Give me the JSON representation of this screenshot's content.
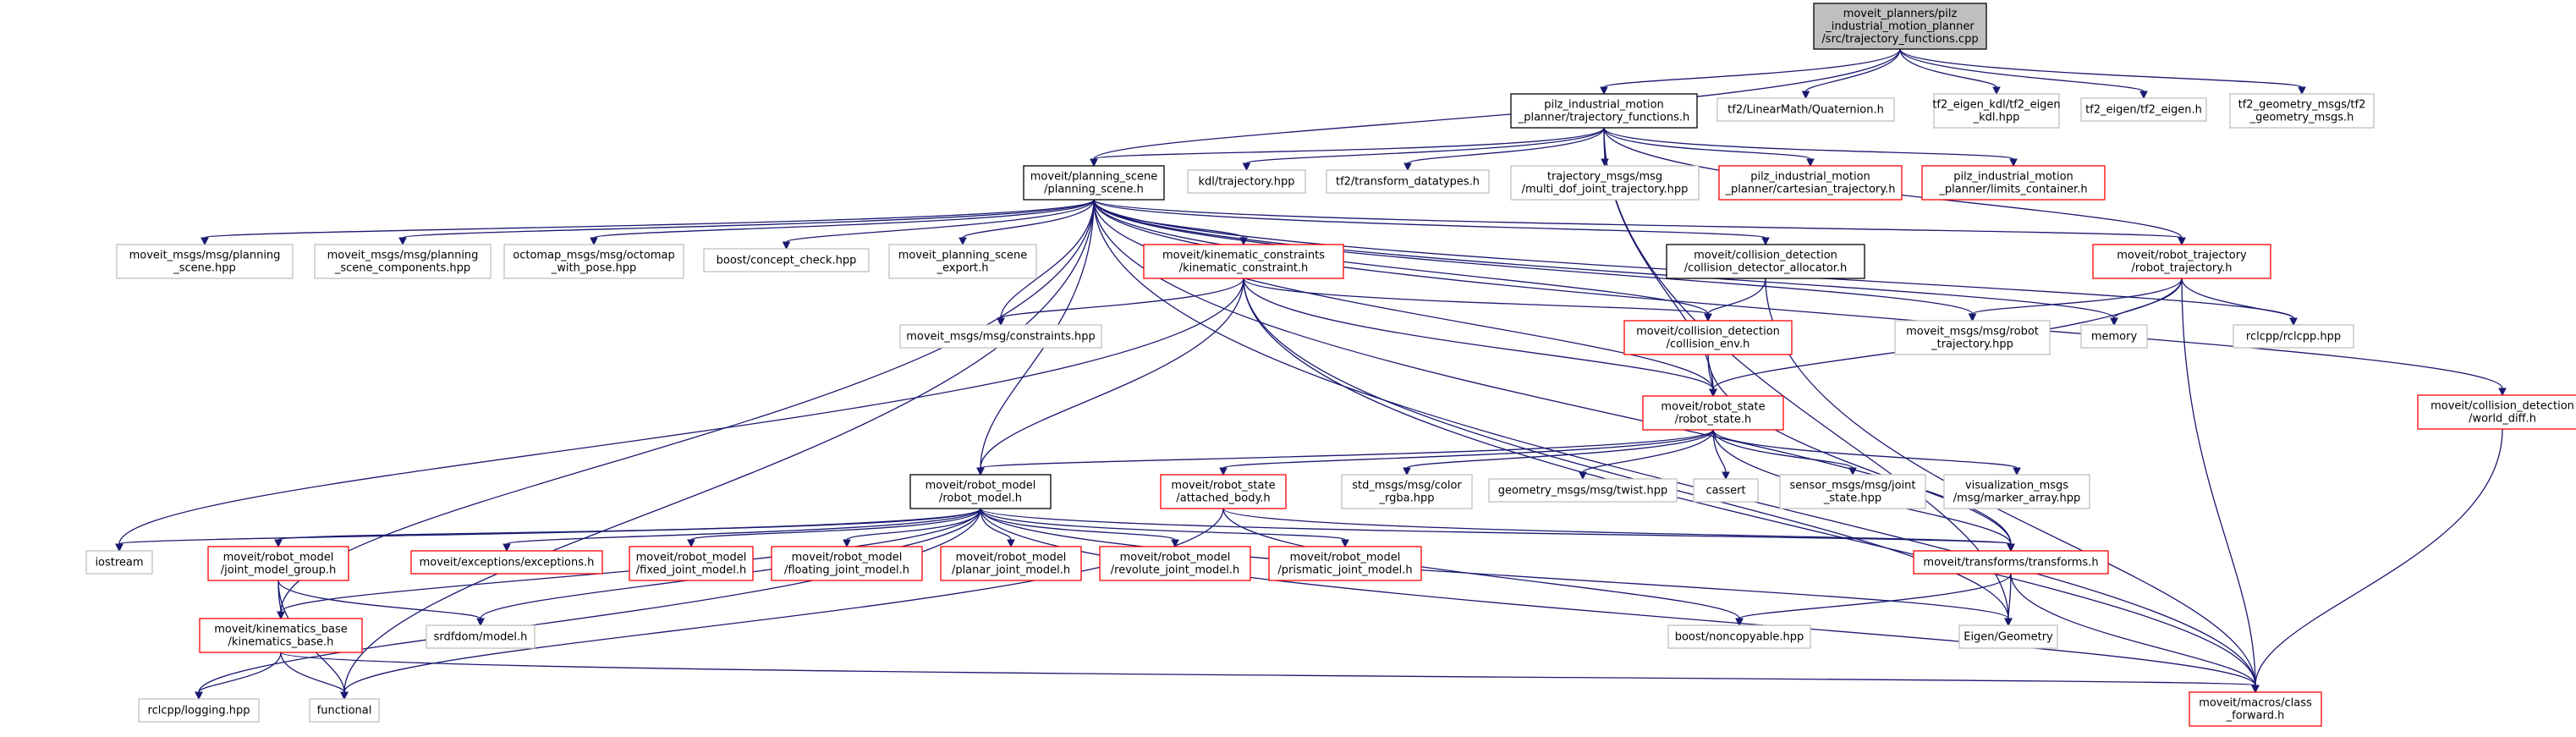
{
  "colors": {
    "edge": "#191970",
    "root_fill": "#bfbfbf",
    "border_documented": "#000000",
    "border_undocumented": "#ff0000",
    "border_external": "#bfbfbf",
    "text": "#000000"
  },
  "diagram": {
    "nodes": [
      {
        "id": "root",
        "lines": [
          "moveit_planners/pilz",
          "_industrial_motion_planner",
          "/src/trajectory_functions.cpp"
        ],
        "style": "root"
      },
      {
        "id": "traj_fn",
        "lines": [
          "pilz_industrial_motion",
          "_planner/trajectory_functions.h"
        ],
        "style": "documented"
      },
      {
        "id": "tf2_quat",
        "lines": [
          "tf2/LinearMath/Quaternion.h"
        ],
        "style": "external"
      },
      {
        "id": "tf2_kdl",
        "lines": [
          "tf2_eigen_kdl/tf2_eigen",
          "_kdl.hpp"
        ],
        "style": "external"
      },
      {
        "id": "tf2_eigen",
        "lines": [
          "tf2_eigen/tf2_eigen.h"
        ],
        "style": "external"
      },
      {
        "id": "tf2_geo",
        "lines": [
          "tf2_geometry_msgs/tf2",
          "_geometry_msgs.h"
        ],
        "style": "external"
      },
      {
        "id": "planning_scene",
        "lines": [
          "moveit/planning_scene",
          "/planning_scene.h"
        ],
        "style": "documented"
      },
      {
        "id": "kdl_traj",
        "lines": [
          "kdl/trajectory.hpp"
        ],
        "style": "external"
      },
      {
        "id": "tf2_transform",
        "lines": [
          "tf2/transform_datatypes.h"
        ],
        "style": "external"
      },
      {
        "id": "traj_msgs",
        "lines": [
          "trajectory_msgs/msg",
          "/multi_dof_joint_trajectory.hpp"
        ],
        "style": "external"
      },
      {
        "id": "cart_traj",
        "lines": [
          "pilz_industrial_motion",
          "_planner/cartesian_trajectory.h"
        ],
        "style": "undocumented"
      },
      {
        "id": "limits",
        "lines": [
          "pilz_industrial_motion",
          "_planner/limits_container.h"
        ],
        "style": "undocumented"
      },
      {
        "id": "ps_msg",
        "lines": [
          "moveit_msgs/msg/planning",
          "_scene.hpp"
        ],
        "style": "external"
      },
      {
        "id": "ps_comp",
        "lines": [
          "moveit_msgs/msg/planning",
          "_scene_components.hpp"
        ],
        "style": "external"
      },
      {
        "id": "octomap",
        "lines": [
          "octomap_msgs/msg/octomap",
          "_with_pose.hpp"
        ],
        "style": "external"
      },
      {
        "id": "boost_concept",
        "lines": [
          "boost/concept_check.hpp"
        ],
        "style": "external"
      },
      {
        "id": "ps_export",
        "lines": [
          "moveit_planning_scene",
          "_export.h"
        ],
        "style": "external"
      },
      {
        "id": "kin_con",
        "lines": [
          "moveit/kinematic_constraints",
          "/kinematic_constraint.h"
        ],
        "style": "undocumented"
      },
      {
        "id": "cd_alloc",
        "lines": [
          "moveit/collision_detection",
          "/collision_detector_allocator.h"
        ],
        "style": "documented"
      },
      {
        "id": "robot_traj",
        "lines": [
          "moveit/robot_trajectory",
          "/robot_trajectory.h"
        ],
        "style": "undocumented"
      },
      {
        "id": "world_diff",
        "lines": [
          "moveit/collision_detection",
          "/world_diff.h"
        ],
        "style": "undocumented"
      },
      {
        "id": "constraints",
        "lines": [
          "moveit_msgs/msg/constraints.hpp"
        ],
        "style": "external"
      },
      {
        "id": "coll_env",
        "lines": [
          "moveit/collision_detection",
          "/collision_env.h"
        ],
        "style": "undocumented"
      },
      {
        "id": "robot_traj_msg",
        "lines": [
          "moveit_msgs/msg/robot",
          "_trajectory.hpp"
        ],
        "style": "external"
      },
      {
        "id": "memory",
        "lines": [
          "memory"
        ],
        "style": "external"
      },
      {
        "id": "rclcpp",
        "lines": [
          "rclcpp/rclcpp.hpp"
        ],
        "style": "external"
      },
      {
        "id": "robot_state",
        "lines": [
          "moveit/robot_state",
          "/robot_state.h"
        ],
        "style": "undocumented"
      },
      {
        "id": "robot_model",
        "lines": [
          "moveit/robot_model",
          "/robot_model.h"
        ],
        "style": "documented"
      },
      {
        "id": "attached",
        "lines": [
          "moveit/robot_state",
          "/attached_body.h"
        ],
        "style": "undocumented"
      },
      {
        "id": "std_color",
        "lines": [
          "std_msgs/msg/color",
          "_rgba.hpp"
        ],
        "style": "external"
      },
      {
        "id": "twist",
        "lines": [
          "geometry_msgs/msg/twist.hpp"
        ],
        "style": "external"
      },
      {
        "id": "cassert",
        "lines": [
          "cassert"
        ],
        "style": "external"
      },
      {
        "id": "joint_state",
        "lines": [
          "sensor_msgs/msg/joint",
          "_state.hpp"
        ],
        "style": "external"
      },
      {
        "id": "marker",
        "lines": [
          "visualization_msgs",
          "/msg/marker_array.hpp"
        ],
        "style": "external"
      },
      {
        "id": "iostream",
        "lines": [
          "iostream"
        ],
        "style": "external"
      },
      {
        "id": "jmg",
        "lines": [
          "moveit/robot_model",
          "/joint_model_group.h"
        ],
        "style": "undocumented"
      },
      {
        "id": "exceptions",
        "lines": [
          "moveit/exceptions/exceptions.h"
        ],
        "style": "undocumented"
      },
      {
        "id": "fixed",
        "lines": [
          "moveit/robot_model",
          "/fixed_joint_model.h"
        ],
        "style": "undocumented"
      },
      {
        "id": "floating",
        "lines": [
          "moveit/robot_model",
          "/floating_joint_model.h"
        ],
        "style": "undocumented"
      },
      {
        "id": "planar",
        "lines": [
          "moveit/robot_model",
          "/planar_joint_model.h"
        ],
        "style": "undocumented"
      },
      {
        "id": "revolute",
        "lines": [
          "moveit/robot_model",
          "/revolute_joint_model.h"
        ],
        "style": "undocumented"
      },
      {
        "id": "prismatic",
        "lines": [
          "moveit/robot_model",
          "/prismatic_joint_model.h"
        ],
        "style": "undocumented"
      },
      {
        "id": "transforms",
        "lines": [
          "moveit/transforms/transforms.h"
        ],
        "style": "undocumented"
      },
      {
        "id": "srdf",
        "lines": [
          "srdfdom/model.h"
        ],
        "style": "external"
      },
      {
        "id": "kin_base",
        "lines": [
          "moveit/kinematics_base",
          "/kinematics_base.h"
        ],
        "style": "undocumented"
      },
      {
        "id": "boost_nc",
        "lines": [
          "boost/noncopyable.hpp"
        ],
        "style": "external"
      },
      {
        "id": "eigen_geo",
        "lines": [
          "Eigen/Geometry"
        ],
        "style": "external"
      },
      {
        "id": "rclcpp_log",
        "lines": [
          "rclcpp/logging.hpp"
        ],
        "style": "external"
      },
      {
        "id": "functional",
        "lines": [
          "functional"
        ],
        "style": "external"
      },
      {
        "id": "class_fwd",
        "lines": [
          "moveit/macros/class",
          "_forward.h"
        ],
        "style": "undocumented"
      }
    ],
    "edges": [
      [
        "root",
        "traj_fn"
      ],
      [
        "root",
        "tf2_quat"
      ],
      [
        "root",
        "tf2_kdl"
      ],
      [
        "root",
        "tf2_eigen"
      ],
      [
        "root",
        "tf2_geo"
      ],
      [
        "root",
        "planning_scene"
      ],
      [
        "traj_fn",
        "planning_scene"
      ],
      [
        "traj_fn",
        "kdl_traj"
      ],
      [
        "traj_fn",
        "tf2_transform"
      ],
      [
        "traj_fn",
        "traj_msgs"
      ],
      [
        "traj_fn",
        "cart_traj"
      ],
      [
        "traj_fn",
        "limits"
      ],
      [
        "traj_fn",
        "robot_traj"
      ],
      [
        "traj_fn",
        "robot_state"
      ],
      [
        "traj_fn",
        "eigen_geo"
      ],
      [
        "planning_scene",
        "ps_msg"
      ],
      [
        "planning_scene",
        "ps_comp"
      ],
      [
        "planning_scene",
        "octomap"
      ],
      [
        "planning_scene",
        "boost_concept"
      ],
      [
        "planning_scene",
        "ps_export"
      ],
      [
        "planning_scene",
        "kin_con"
      ],
      [
        "planning_scene",
        "cd_alloc"
      ],
      [
        "planning_scene",
        "robot_traj"
      ],
      [
        "planning_scene",
        "world_diff"
      ],
      [
        "planning_scene",
        "constraints"
      ],
      [
        "planning_scene",
        "coll_env"
      ],
      [
        "planning_scene",
        "robot_traj_msg"
      ],
      [
        "planning_scene",
        "memory"
      ],
      [
        "planning_scene",
        "rclcpp"
      ],
      [
        "planning_scene",
        "robot_state"
      ],
      [
        "planning_scene",
        "robot_model"
      ],
      [
        "planning_scene",
        "transforms"
      ],
      [
        "planning_scene",
        "kin_base"
      ],
      [
        "planning_scene",
        "functional"
      ],
      [
        "planning_scene",
        "class_fwd"
      ],
      [
        "kin_con",
        "constraints"
      ],
      [
        "kin_con",
        "coll_env"
      ],
      [
        "kin_con",
        "robot_state"
      ],
      [
        "kin_con",
        "robot_model"
      ],
      [
        "kin_con",
        "iostream"
      ],
      [
        "kin_con",
        "eigen_geo"
      ],
      [
        "kin_con",
        "class_fwd"
      ],
      [
        "cd_alloc",
        "coll_env"
      ],
      [
        "cd_alloc",
        "class_fwd"
      ],
      [
        "coll_env",
        "robot_state"
      ],
      [
        "coll_env",
        "transforms"
      ],
      [
        "robot_traj",
        "robot_traj_msg"
      ],
      [
        "robot_traj",
        "memory"
      ],
      [
        "robot_traj",
        "rclcpp"
      ],
      [
        "robot_traj",
        "robot_state"
      ],
      [
        "robot_traj",
        "class_fwd"
      ],
      [
        "world_diff",
        "class_fwd"
      ],
      [
        "robot_state",
        "robot_model"
      ],
      [
        "robot_state",
        "attached"
      ],
      [
        "robot_state",
        "std_color"
      ],
      [
        "robot_state",
        "twist"
      ],
      [
        "robot_state",
        "cassert"
      ],
      [
        "robot_state",
        "joint_state"
      ],
      [
        "robot_state",
        "marker"
      ],
      [
        "robot_state",
        "transforms"
      ],
      [
        "attached",
        "transforms"
      ],
      [
        "attached",
        "boost_nc"
      ],
      [
        "attached",
        "functional"
      ],
      [
        "robot_model",
        "iostream"
      ],
      [
        "robot_model",
        "jmg"
      ],
      [
        "robot_model",
        "exceptions"
      ],
      [
        "robot_model",
        "fixed"
      ],
      [
        "robot_model",
        "floating"
      ],
      [
        "robot_model",
        "planar"
      ],
      [
        "robot_model",
        "revolute"
      ],
      [
        "robot_model",
        "prismatic"
      ],
      [
        "robot_model",
        "transforms"
      ],
      [
        "robot_model",
        "srdf"
      ],
      [
        "robot_model",
        "kin_base"
      ],
      [
        "robot_model",
        "rclcpp_log"
      ],
      [
        "robot_model",
        "eigen_geo"
      ],
      [
        "robot_model",
        "class_fwd"
      ],
      [
        "jmg",
        "srdf"
      ],
      [
        "jmg",
        "kin_base"
      ],
      [
        "jmg",
        "functional"
      ],
      [
        "kin_base",
        "rclcpp_log"
      ],
      [
        "kin_base",
        "functional"
      ],
      [
        "kin_base",
        "class_fwd"
      ],
      [
        "transforms",
        "boost_nc"
      ],
      [
        "transforms",
        "eigen_geo"
      ],
      [
        "transforms",
        "class_fwd"
      ]
    ]
  }
}
